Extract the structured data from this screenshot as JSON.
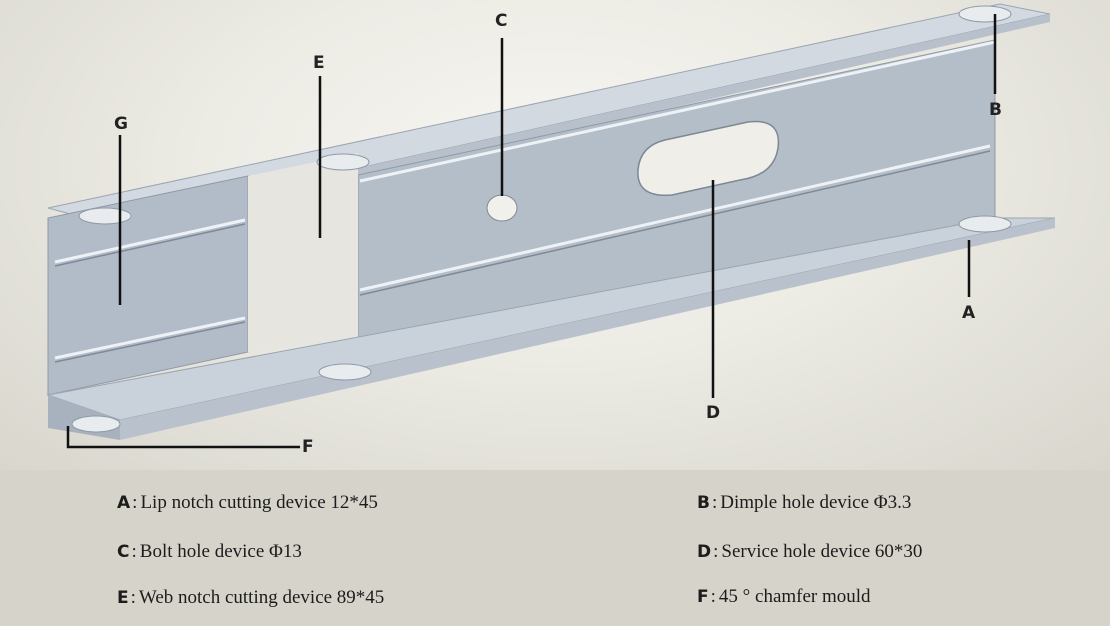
{
  "callouts": {
    "A": "A",
    "B": "B",
    "C": "C",
    "D": "D",
    "E": "E",
    "F": "F",
    "G": "G"
  },
  "legend": [
    {
      "key": "A",
      "text": "Lip notch cutting device 12*45"
    },
    {
      "key": "B",
      "text": "Dimple hole device  Φ3.3"
    },
    {
      "key": "C",
      "text": "Bolt hole device  Φ13"
    },
    {
      "key": "D",
      "text": "Service hole device 60*30"
    },
    {
      "key": "E",
      "text": "Web notch cutting device  89*45"
    },
    {
      "key": "F",
      "text": "45 ° chamfer mould"
    }
  ],
  "colors": {
    "steel_light": "#c3ccd6",
    "steel_mid": "#a9b4c0",
    "steel_dark": "#8d99a6",
    "leader": "#111111",
    "legend_bg": "#d6d3ca"
  }
}
